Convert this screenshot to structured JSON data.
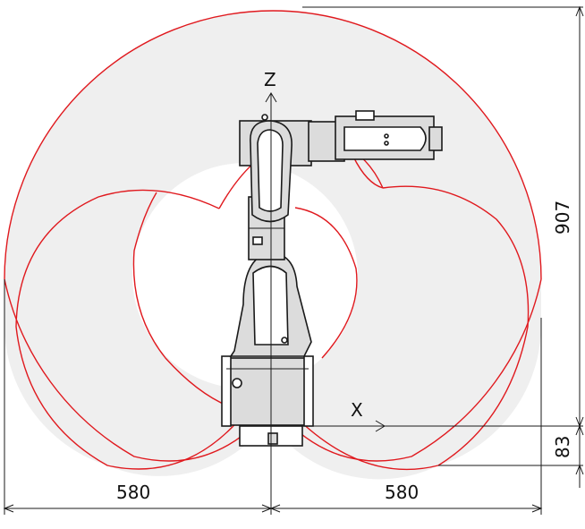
{
  "diagram": {
    "axes": {
      "z_label": "Z",
      "x_label": "X"
    },
    "dimensions": {
      "left_reach": "580",
      "right_reach": "580",
      "max_height": "907",
      "base_offset": "83"
    },
    "colors": {
      "envelope_stroke": "#e0191e",
      "envelope_fill": "#efefef",
      "robot_stroke": "#1a1a1a"
    }
  }
}
